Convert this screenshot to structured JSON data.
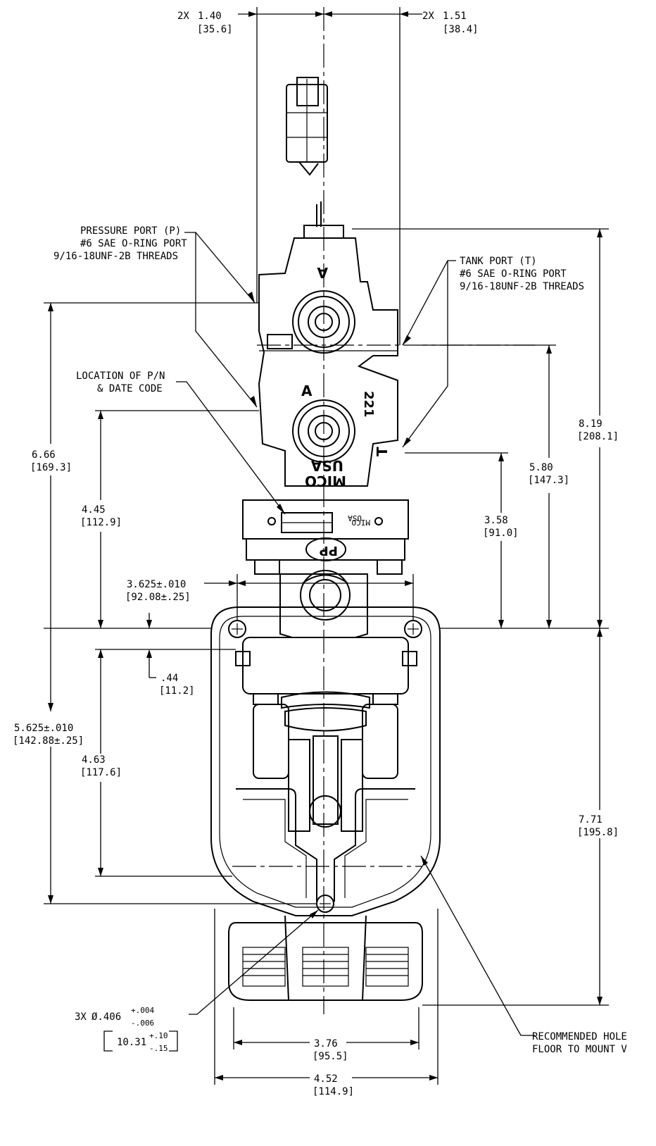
{
  "dimensions": {
    "top_left": {
      "count": "2X",
      "value": "1.40",
      "mm": "[35.6]"
    },
    "top_right": {
      "count": "2X",
      "value": "1.51",
      "mm": "[38.4]"
    },
    "overall_height": {
      "value": "8.19",
      "mm": "[208.1]"
    },
    "tank_height": {
      "value": "5.80",
      "mm": "[147.3]"
    },
    "outlet_height": {
      "value": "3.58",
      "mm": "[91.0]"
    },
    "left_height": {
      "value": "6.66",
      "mm": "[169.3]"
    },
    "pn_height": {
      "value": "4.45",
      "mm": "[112.9]"
    },
    "hole_spacing": {
      "value": "3.625±.010",
      "mm": "[92.08±.25]"
    },
    "offset": {
      "value": ".44",
      "mm": "[11.2]"
    },
    "hole_vertical": {
      "value": "5.625±.010",
      "mm": "[142.88±.25]"
    },
    "pedal_height": {
      "value": "4.63",
      "mm": "[117.6]"
    },
    "lower_height": {
      "value": "7.71",
      "mm": "[195.8]"
    },
    "width_inner": {
      "value": "3.76",
      "mm": "[95.5]"
    },
    "width_outer": {
      "value": "4.52",
      "mm": "[114.9]"
    }
  },
  "callouts": {
    "pressure_port": [
      "PRESSURE PORT (P)",
      "#6 SAE O-RING PORT",
      "9/16-18UNF-2B THREADS"
    ],
    "tank_port": [
      "TANK PORT (T)",
      "#6 SAE O-RING PORT",
      "9/16-18UNF-2B THREADS"
    ],
    "pn_location": [
      "LOCATION OF P/N",
      "& DATE CODE"
    ],
    "recommended": [
      "RECOMMENDED HOLE",
      "FLOOR TO MOUNT V"
    ]
  },
  "hole_spec": {
    "count": "3X",
    "diameter": "Ø.406",
    "tol_plus": "+.004",
    "tol_minus": "-.006",
    "mm_value": "10.31",
    "mm_plus": "+.10",
    "mm_minus": "-.15"
  },
  "castings": {
    "upper_port": "A",
    "lower_port": "A",
    "part_number": "221",
    "tank_mark": "T",
    "brand": "MICO",
    "country": "USA",
    "plate_brand": "MICO",
    "plate_country": "USA",
    "pp_mark": "PP"
  }
}
